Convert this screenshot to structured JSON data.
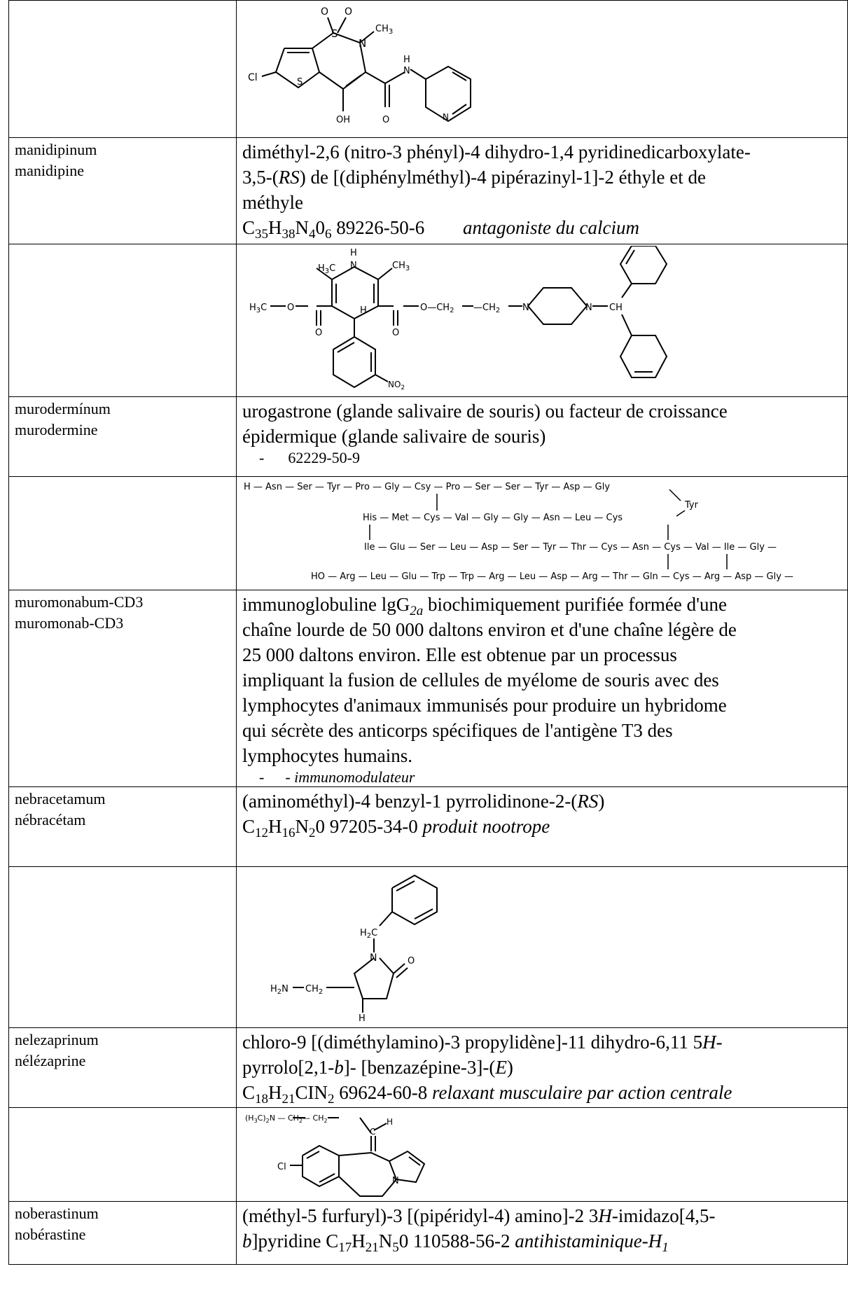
{
  "rows": {
    "manidipine": {
      "latin": "manidipinum",
      "name": "manidipine",
      "chem1": "diméthyl-2,6 (nitro-3 phényl)-4 dihydro-1,4 pyridinedicarboxylate-",
      "chem2a": "3,5-(",
      "chem2b": "RS",
      "chem2c": ") de [(diphénylméthyl)-4 pipérazinyl-1]-2 éthyle et de",
      "chem3": "méthyle",
      "formula": {
        "C": "C",
        "C_n": "35",
        "H": "H",
        "H_n": "38",
        "N": "N",
        "N_n": "4",
        "O": "0",
        "O_n": "6"
      },
      "cas": "89226-50-6",
      "activity": "antagoniste du calcium"
    },
    "murodermine": {
      "latin": "murodérminum",
      "latin_display": "murodermínum",
      "name": "murodermine",
      "chem1": "urogastrone (glande salivaire de souris) ou facteur de croissance",
      "chem2": "épidermique (glande salivaire de souris)",
      "dash": "-",
      "cas": "62229-50-9"
    },
    "muromonab": {
      "latin": "muromonabum-CD3",
      "name": "muromonab-CD3",
      "l1a": "immunoglobuline lgG",
      "l1sub": "2a",
      "l1b": " biochimiquement purifiée formée d'une",
      "l2": "chaîne lourde de 50 000 daltons environ et d'une chaîne légère de",
      "l3": "25 000 daltons environ. Elle est obtenue par un processus",
      "l4": "impliquant la fusion de cellules de myélome de souris avec des",
      "l5": "lymphocytes d'animaux immunisés pour produire un hybridome",
      "l6": "qui sécrète des anticorps spécifiques de l'antigène T3 des",
      "l7": "lymphocytes humains.",
      "dash": "-",
      "activity": "- immunomodulateur"
    },
    "nebracetam": {
      "latin": "nebracetamum",
      "name": "nébracétam",
      "chem1a": "(aminométhyl)-4 benzyl-1 pyrrolidinone-2-(",
      "chem1b": "RS",
      "chem1c": ")",
      "formula": {
        "C": "C",
        "C_n": "12",
        "H": "H",
        "H_n": "16",
        "N": "N",
        "N_n": "2",
        "O": "0"
      },
      "cas": "97205-34-0",
      "activity": "produit nootrope"
    },
    "nelezaprine": {
      "latin": "nelezaprinum",
      "name": "nélézaprine",
      "chem1a": "chloro-9 [(diméthylamino)-3 propylidène]-11 dihydro-6,11 5",
      "chem1b": "H",
      "chem1c": "-",
      "chem2a": "pyrrolo[2,1-",
      "chem2b": "b",
      "chem2c": "]- [benzazépine-3]-(",
      "chem2d": "E",
      "chem2e": ")",
      "formula": {
        "C": "C",
        "C_n": "18",
        "H": "H",
        "H_n": "21",
        "Cl": "CIN",
        "N_n": "2"
      },
      "cas": "69624-60-8",
      "activity": "relaxant musculaire par action centrale"
    },
    "noberastine": {
      "latin": "noberastinum",
      "name": "nobérastine",
      "chem1a": "(méthyl-5 furfuryl)-3 [(pipéridyl-4) amino]-2 3",
      "chem1b": "H",
      "chem1c": "-imidazo[4,5-",
      "chem2a": "b",
      "chem2b": "]pyridine C",
      "f1": "17",
      "f2": "H",
      "f3": "21",
      "f4": "N",
      "f5": "5",
      "f6": "0 110588-56-2 ",
      "activity": "antihistaminique-H",
      "activity_sub": "1"
    }
  },
  "structures": {
    "tenoxicam": {
      "O1": "O",
      "O2": "O",
      "S": "S",
      "N": "N",
      "CH3": "CH",
      "CH3n": "3",
      "Cl": "Cl",
      "S2": "S",
      "OH": "OH",
      "O": "O",
      "H": "H",
      "N2": "N"
    },
    "manidipine": {
      "H3C_a": "H",
      "H3C_b": "C",
      "NH": "H",
      "N": "N",
      "CH3": "CH",
      "H3C_left": "H",
      "H3C_leftC": "C",
      "O": "O",
      "H": "H",
      "OCH2": "O—CH",
      "CH2b": "—CH",
      "N2": "N",
      "N3": "N",
      "CH": "CH",
      "NO2": "NO"
    },
    "murodermine_peptide": {
      "r1": "H — Asn — Ser — Tyr — Pro — Gly — Csy — Pro — Ser — Ser — Tyr — Asp — Gly",
      "tyr": "Tyr",
      "r2": "His — Met — Cys — Val — Gly — Gly — Asn — Leu — Cys",
      "r3": "Ile — Glu — Ser — Leu — Asp — Ser — Tyr — Thr — Cys — Asn — Cys — Val — Ile — Gly —",
      "r4": "HO — Arg — Leu — Glu — Trp — Trp — Arg — Leu — Asp — Arg — Thr — Gln — Cys — Arg — Asp — Gly —"
    },
    "nebracetam": {
      "H2C": "H",
      "H2Cc": "C",
      "N": "N",
      "O": "O",
      "H2N": "H",
      "H2Nn": "N",
      "CH2": "CH",
      "H": "H"
    },
    "nelezaprine": {
      "top": "(H",
      "topC": "C)",
      "topN": "N — CH",
      "topCH2": "— CH",
      "C": "C",
      "H": "H",
      "Cl": "Cl",
      "N": "N"
    }
  }
}
